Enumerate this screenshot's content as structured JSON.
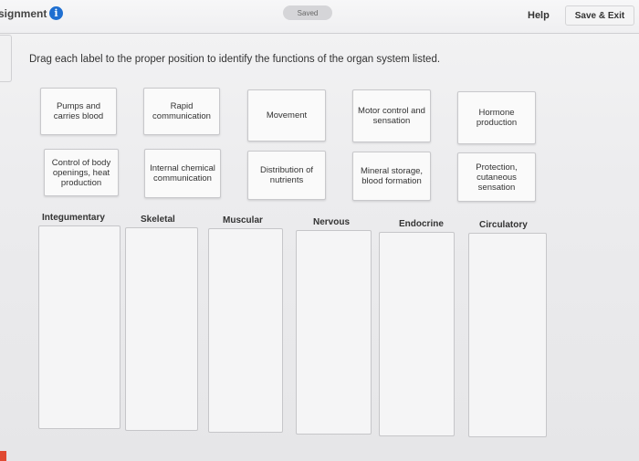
{
  "header": {
    "title": "signment",
    "info_icon": "info-icon",
    "saved_label": "Saved",
    "help_label": "Help",
    "save_exit_label": "Save & Exit"
  },
  "instruction": "Drag each label to the proper position to identify the functions of the organ system listed.",
  "labels": [
    "Pumps and carries blood",
    "Rapid communication",
    "Movement",
    "Motor control and sensation",
    "Hormone production",
    "Control of body openings, heat production",
    "Internal chemical communication",
    "Distribution of nutrients",
    "Mineral storage, blood formation",
    "Protection, cutaneous sensation"
  ],
  "columns": [
    "Integumentary",
    "Skeletal",
    "Muscular",
    "Nervous",
    "Endocrine",
    "Circulatory"
  ],
  "colors": {
    "info_icon": "#1f6fd1",
    "accent_red": "#e04a32"
  }
}
